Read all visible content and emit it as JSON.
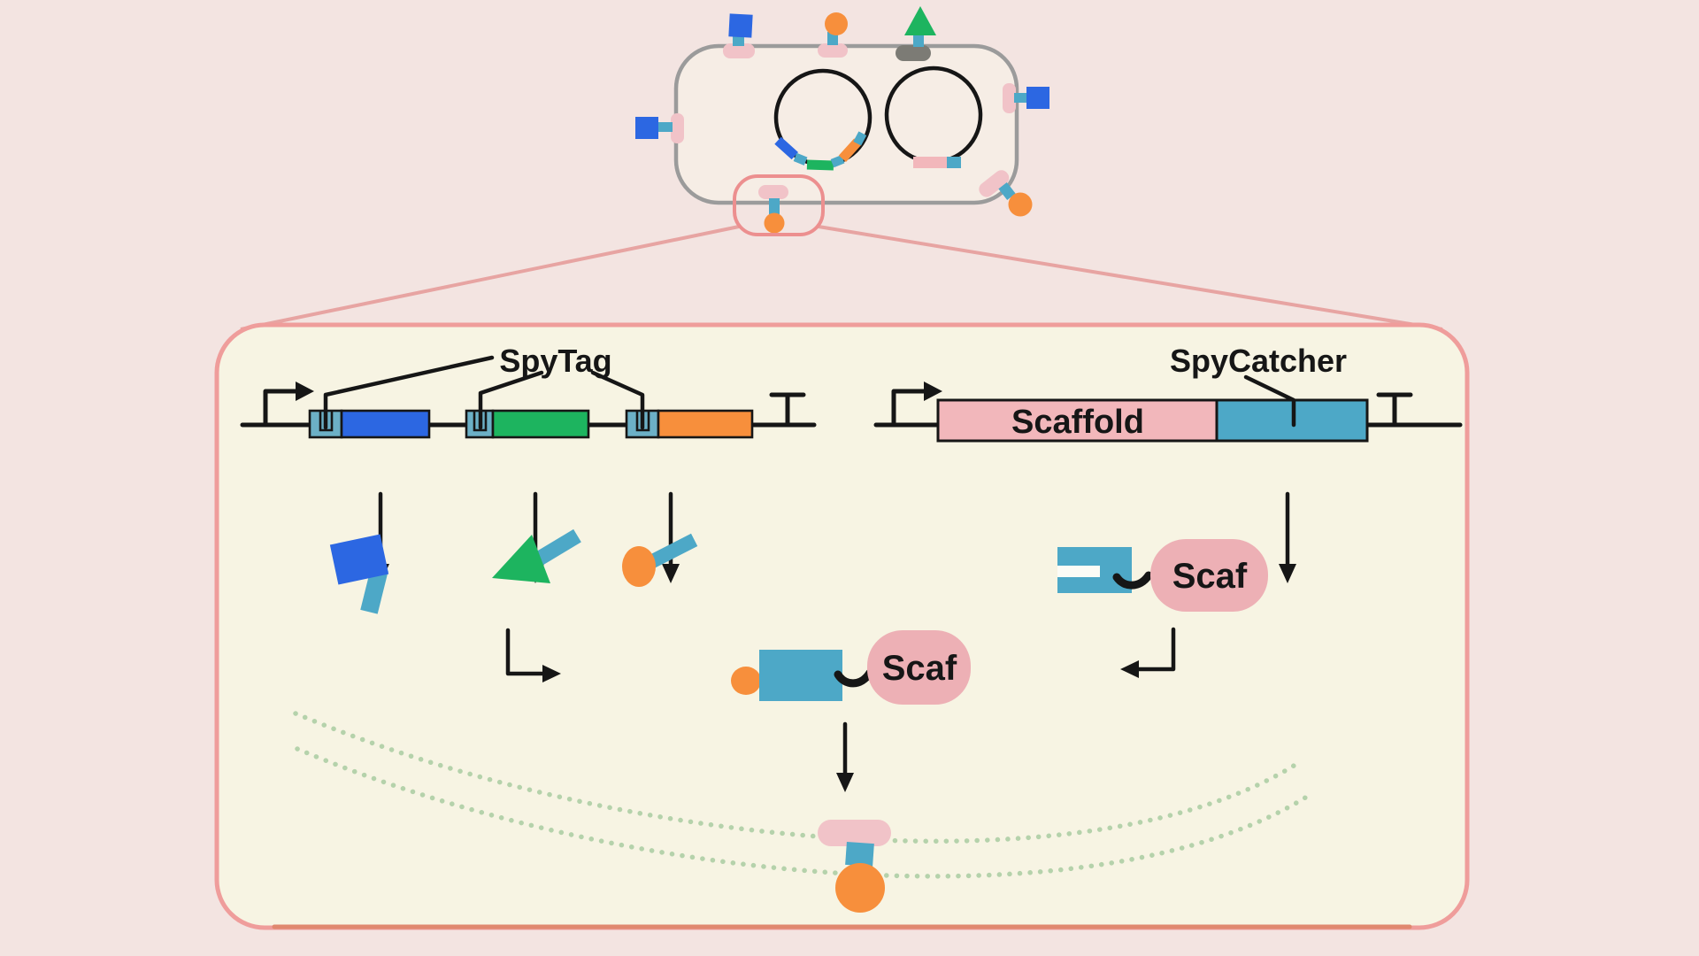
{
  "labels": {
    "spytag": "SpyTag",
    "spycatcher": "SpyCatcher",
    "scaffold": "Scaffold",
    "scaf_protein": "Scaf",
    "scaf_complex": "Scaf"
  },
  "palette": {
    "bg": "#f3e4e1",
    "panel_bg": "#f7f4e3",
    "panel_border": "#ef9d9b",
    "panel_bottom_edge": "#e0886f",
    "callout_border": "#ec8f8f",
    "zoom_line": "#e7a4a2",
    "cell_fill": "#f6ede5",
    "cell_border": "#9b9b9b",
    "outline": "#161616",
    "blue": "#2c67e2",
    "teal": "#4da8c7",
    "teal_tag": "#6cb0c6",
    "green": "#1db45f",
    "orange": "#f78f3c",
    "pink_box": "#f2b7bb",
    "pink_blob": "#edb0b5",
    "pink_anchor": "#f1c3c8",
    "gray_anchor": "#7c7b75",
    "membrane_dot": "#b5d2ab",
    "notch_white": "#fcfcf6"
  }
}
